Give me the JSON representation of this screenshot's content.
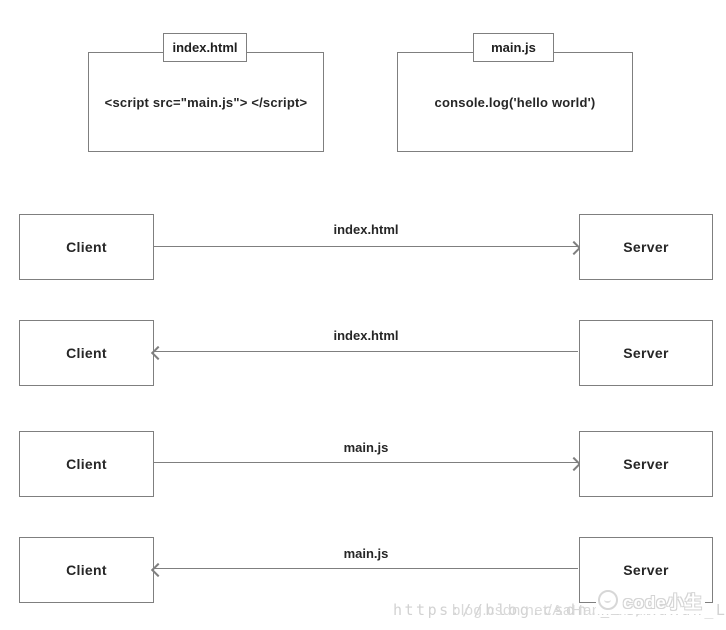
{
  "files": [
    {
      "tab": "index.html",
      "content": "<script src=\"main.js\"> </script>"
    },
    {
      "tab": "main.js",
      "content": "console.log('hello world')"
    }
  ],
  "rows": [
    {
      "left": "Client",
      "right": "Server",
      "label": "index.html",
      "direction": "right"
    },
    {
      "left": "Client",
      "right": "Server",
      "label": "index.html",
      "direction": "left"
    },
    {
      "left": "Client",
      "right": "Server",
      "label": "main.js",
      "direction": "right"
    },
    {
      "left": "Client",
      "right": "Server",
      "label": "main.js",
      "direction": "left"
    }
  ],
  "watermark": {
    "url_primary": "https://blog.csdn.net/AaHan_LINux",
    "url_overlay": "blog.csdn.net/AaHan_LINux",
    "badge_label": "code小生"
  },
  "colors": {
    "line": "#7f7f7f",
    "text": "#2b2b2b",
    "watermark": "#d0d0d0"
  }
}
